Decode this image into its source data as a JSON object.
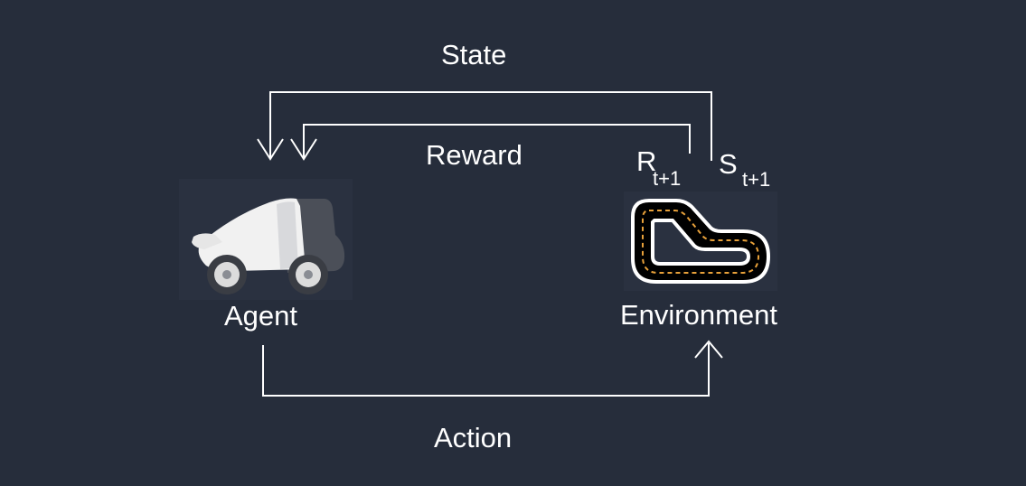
{
  "labels": {
    "state": "State",
    "reward": "Reward",
    "action": "Action",
    "agent": "Agent",
    "environment": "Environment",
    "reward_symbol": "R",
    "reward_subscript": "t+1",
    "state_symbol": "S",
    "state_subscript": "t+1"
  },
  "icons": {
    "agent": "race-car-icon",
    "environment": "race-track-icon"
  },
  "colors": {
    "background": "#262d3b",
    "lines": "#ffffff",
    "track": "#000000",
    "track_dash": "#e8a13a"
  }
}
